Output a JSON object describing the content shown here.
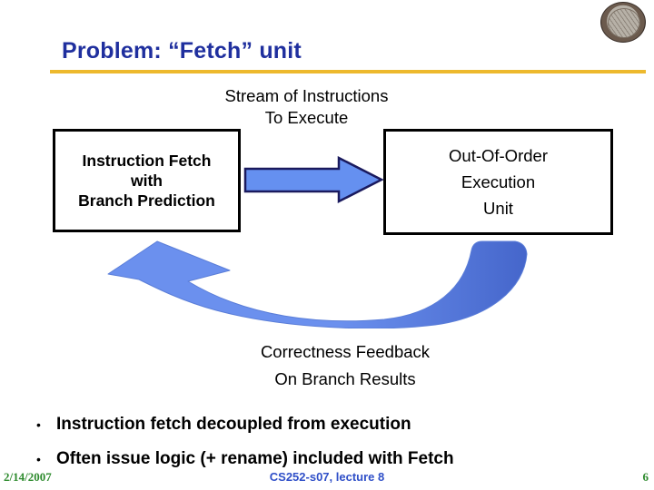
{
  "header": {
    "title": "Problem: “Fetch” unit"
  },
  "diagram": {
    "stream_lines": [
      "Stream of Instructions",
      "To Execute"
    ],
    "fetch_box_lines": [
      "Instruction Fetch",
      "with",
      "Branch Prediction"
    ],
    "exec_box_lines": [
      "Out-Of-Order",
      "Execution",
      "Unit"
    ],
    "feedback_lines": [
      "Correctness Feedback",
      "On Branch Results"
    ]
  },
  "bullets": {
    "marker": "•",
    "items": [
      "Instruction fetch decoupled from execution",
      "Often issue logic (+ rename) included with Fetch"
    ]
  },
  "footer": {
    "date": "2/14/2007",
    "course": "CS252-s07, lecture 8",
    "page": "6"
  },
  "icons": {
    "logo": "university-seal"
  },
  "colors": {
    "title_text": "#1F2F9E",
    "title_underline": "#EDB92E",
    "arrow_fill": "#6590F0",
    "arrow_stroke": "#1A1A5E",
    "curve_light": "#6B90EE",
    "curve_dark": "#4566CB",
    "footer_date": "#2E8B2E",
    "footer_course": "#2F4FC8",
    "box_border": "#000000"
  }
}
